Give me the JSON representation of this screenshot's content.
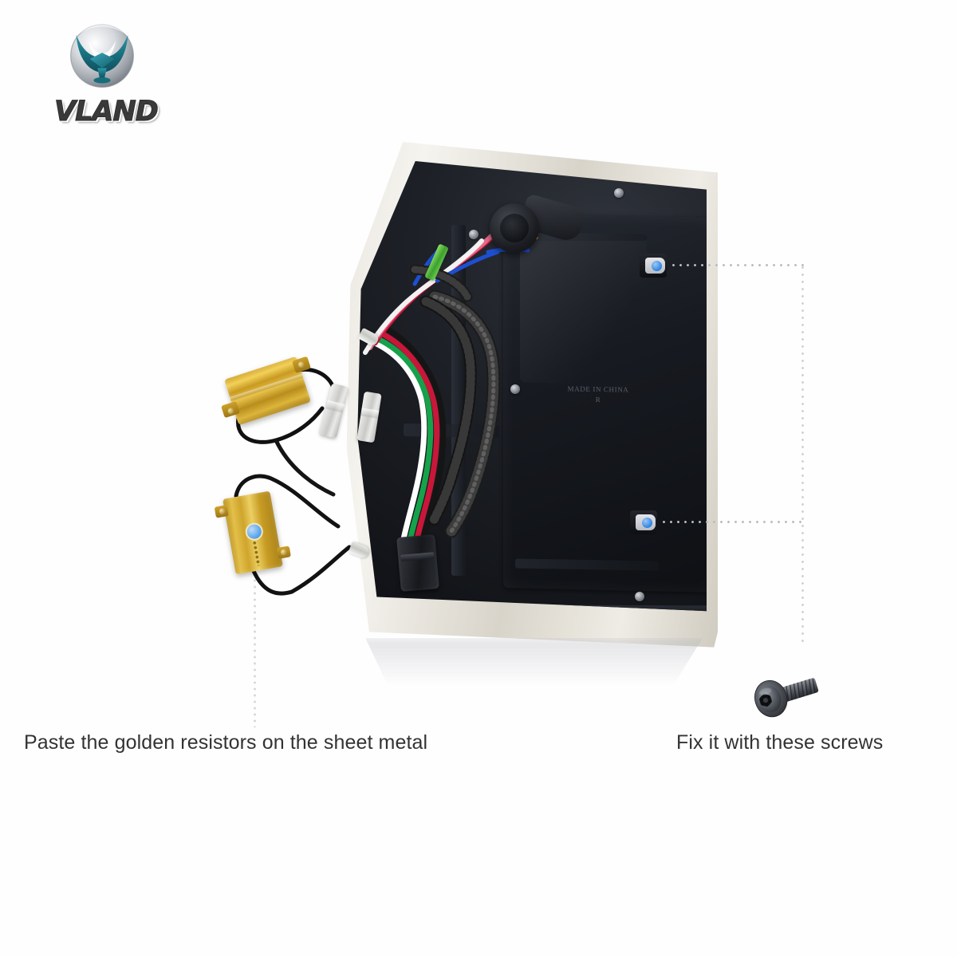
{
  "brand": {
    "name": "VLAND",
    "emblem_icon": "vland-wing-emblem",
    "logo_colors": {
      "teal": "#1f7d8c",
      "silver": "#c9ccd1",
      "text": "#3a3a3a"
    }
  },
  "product": {
    "type": "LED tail light assembly (rear view)",
    "molded_marking_line1": "MADE IN CHINA",
    "molded_marking_line2": "R",
    "colors": {
      "chrome_trim": "#e9e6df",
      "housing_black": "#1d2026",
      "resistor_gold": "#d2a327",
      "clip_blue": "#2f84e0",
      "screw_gray": "#5f636a"
    }
  },
  "callouts": [
    {
      "id": "resistors",
      "text": "Paste the golden resistors on the sheet metal",
      "target_icon": "golden-resistor",
      "line_style": "dotted"
    },
    {
      "id": "screws",
      "text": "Fix it with these screws",
      "target_icon": "torx-screw",
      "line_style": "dotted"
    }
  ],
  "parts": {
    "resistor_upper": "golden-load-resistor",
    "resistor_lower": "golden-load-resistor",
    "clip_upper": "blue-dot-mounting-clip",
    "clip_lower": "blue-dot-mounting-clip",
    "screw": "torx-flange-screw",
    "connector_green": "green-bullet-connector",
    "connector_black": "black-harness-plug",
    "connector_white_a": "white-inline-connector",
    "connector_white_b": "white-inline-connector",
    "bulb_socket": "bulb-socket",
    "wire_sleeve": "braided-wire-sleeve"
  }
}
